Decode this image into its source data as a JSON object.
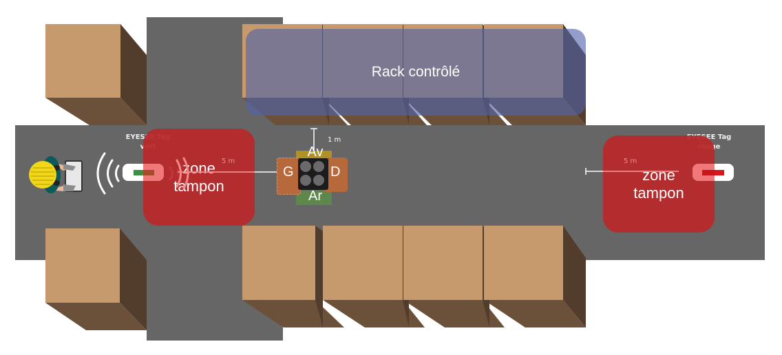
{
  "rack": {
    "label": "Rack contrôlé"
  },
  "buffer_zones": [
    {
      "id": "left",
      "label_line1": "zone",
      "label_line2": "tampon"
    },
    {
      "id": "right",
      "label_line1": "zone",
      "label_line2": "tampon"
    }
  ],
  "tags": [
    {
      "id": "left",
      "title": "EYESEE Tag",
      "color_name": "vert",
      "led_color": "#3e8f46"
    },
    {
      "id": "right",
      "title": "EYESEE Tag",
      "color_name": "rouge",
      "led_color": "#d8171c"
    }
  ],
  "distances": {
    "left": "5 m",
    "right": "5 m",
    "front": "1 m"
  },
  "vehicle": {
    "front": "Av",
    "rear": "Ar",
    "left": "G",
    "right": "D"
  },
  "colors": {
    "floor": "#666666",
    "box_face": "#c69a6d",
    "box_side": "#523c2c",
    "box_bottom": "#6b513a",
    "zone_red": "#b9282a",
    "rack_overlay": "#7a88b8",
    "front_zone": "#b8961e",
    "rear_zone": "#5e8a4a",
    "side_zone": "#b8693c"
  }
}
